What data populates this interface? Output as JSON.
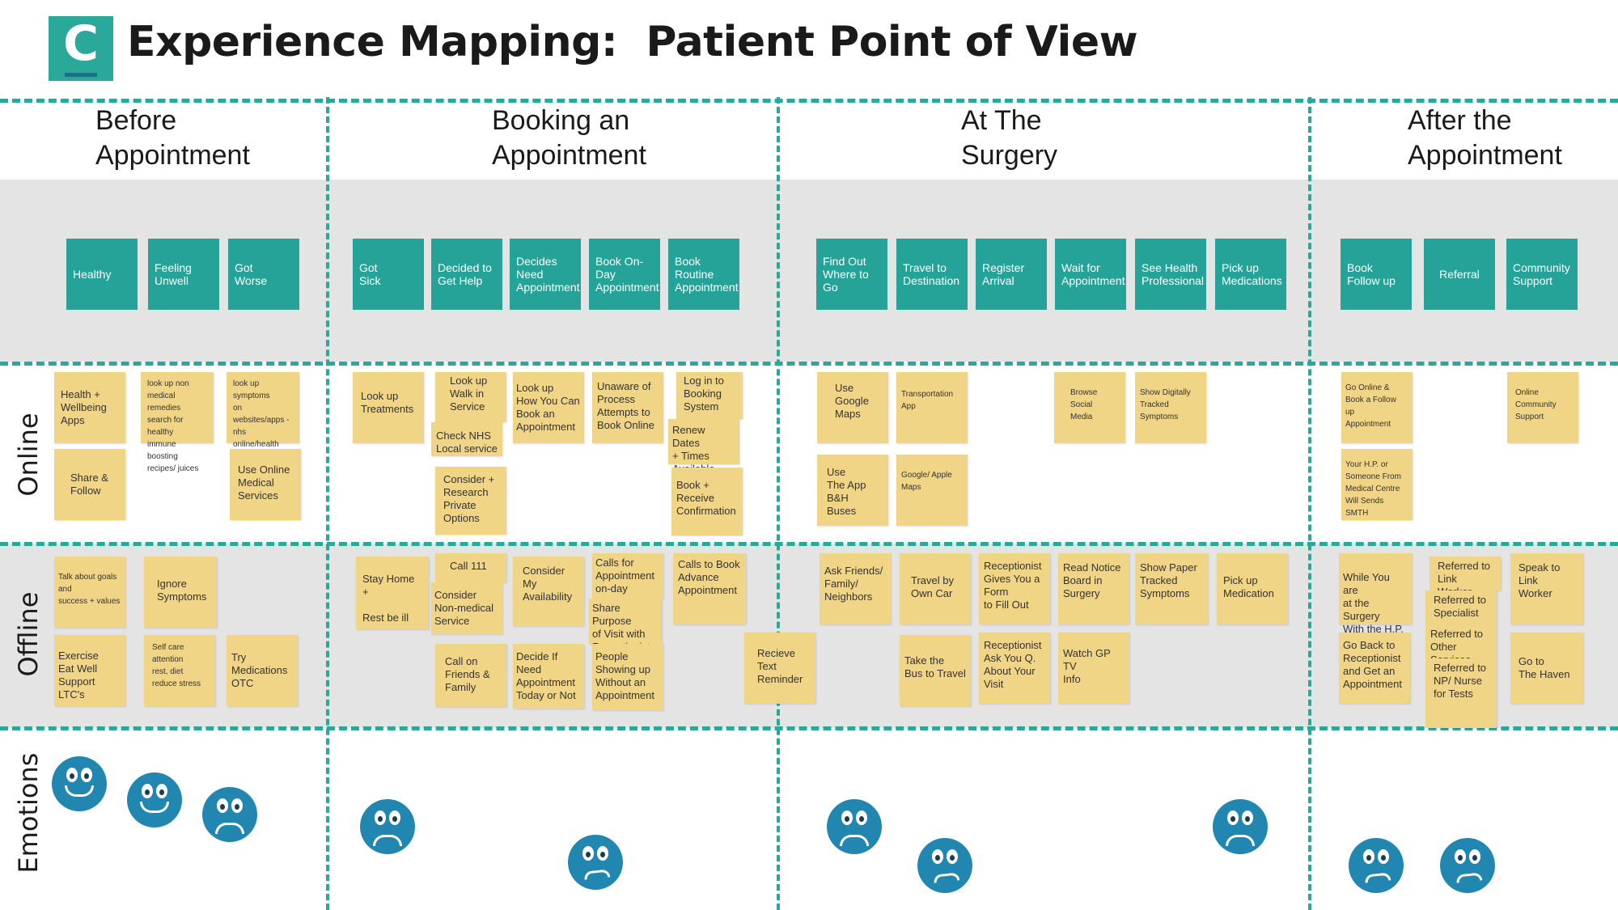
{
  "title": "Experience Mapping:  Patient Point of View",
  "logo_letter": "C",
  "colors": {
    "teal": "#26a398",
    "sticky": "#f1d586",
    "band": "#e3e4e3",
    "face": "#2187b0"
  },
  "lanes": [
    "Online",
    "Offline",
    "Emotions"
  ],
  "phases": [
    {
      "name": "Before Appointment",
      "lines": [
        "Before",
        "Appointment"
      ],
      "steps": [
        "Healthy",
        "Feeling\nUnwell",
        "Got\nWorse"
      ]
    },
    {
      "name": "Booking an Appointment",
      "lines": [
        "Booking an",
        "Appointment"
      ],
      "steps": [
        "Got\nSick",
        "Decided to\nGet Help",
        "Decides Need\nAppointment",
        "Book On-Day\nAppointment",
        "Book Routine\nAppointment"
      ]
    },
    {
      "name": "At The Surgery",
      "lines": [
        "At The",
        "Surgery"
      ],
      "steps": [
        "Find Out\nWhere to Go",
        "Travel to\nDestination",
        "Register\nArrival",
        "Wait for\nAppointment",
        "See Health\nProfessional",
        "Pick up\nMedications"
      ]
    },
    {
      "name": "After the Appointment",
      "lines": [
        "After the",
        "Appointment"
      ],
      "steps": [
        "Book\nFollow up",
        "Referral",
        "Community\nSupport"
      ]
    }
  ],
  "online_notes": [
    "Health +\nWellbeing\nApps",
    "look up non\nmedical remedies\nsearch for healthy\nimmune boosting\nrecipes/ juices",
    "look up symptoms\non websites/apps -\nnhs online/health\ntalk/ patient\ninfo forums",
    "Share &\nFollow",
    "Use Online\nMedical\nServices",
    "Look up\nTreatments",
    "Look up\nWalk in\nService",
    "Check NHS\nLocal service",
    "Consider +\nResearch\nPrivate\nOptions",
    "Look up\nHow You Can\nBook an\nAppointment",
    "Unaware of\nProcess\nAttempts to\nBook Online",
    "Log in to\nBooking\nSystem",
    "Renew Dates\n+ Times\nAvailable",
    "Book +\nReceive\nConfirmation",
    "Use\nGoogle\nMaps",
    "Transportation\nApp",
    "Browse\nSocial\nMedia",
    "Show Digitally\nTracked\nSymptoms",
    "Use\nThe App\nB&H Buses",
    "Google/ Apple\nMaps",
    "Go Online &\nBook a Follow\nup\nAppointment",
    "Online\nCommunity\nSupport",
    "Your H.P. or\nSomeone From\nMedical Centre\nWill Sends SMTH"
  ],
  "offline_notes": [
    "Talk about goals\nand\nsuccess + values",
    "Ignore\nSymptoms",
    "Exercise\nEat Well\nSupport LTC's",
    "Self care\nattention\nrest, diet\nreduce stress",
    "Try\nMedications\nOTC",
    "Stay Home +\n\nRest be ill",
    "Call 111",
    "Consider\nNon-medical\nService",
    "Call on\nFriends &\nFamily",
    "Consider\nMy\nAvailability",
    "Decide If\nNeed\nAppointment\nToday or Not",
    "Calls for\nAppointment\non-day",
    "Share Purpose\nof Visit with\nReceptionist",
    "People\nShowing up\nWithout an\nAppointment",
    "Calls to Book\nAdvance\nAppointment",
    "Recieve\nText\nReminder",
    "Ask Friends/\nFamily/\nNeighbors",
    "Travel by\nOwn Car",
    "Take the\nBus to Travel",
    "Receptionist\nGives You a\nForm\nto Fill Out",
    "Receptionist\nAsk You Q.\nAbout Your\nVisit",
    "Read Notice\nBoard in\nSurgery",
    "Watch GP TV\nInfo",
    "Show Paper\nTracked\nSymptoms",
    "Pick up\nMedication",
    "While You are\nat the Surgery\nWith the H.P.",
    "Go Back to\nReceptionist\nand Get an\nAppointment",
    "Referred to\nLink Worker",
    "Referred to\nSpecialist",
    "Referred to\nOther Services",
    "Referred to\nNP/ Nurse\nfor Tests",
    "Speak to\nLink\nWorker",
    "Go to\nThe Haven"
  ],
  "emotions": [
    "happy",
    "happy",
    "sad",
    "sad",
    "worried",
    "sad",
    "worried",
    "sad",
    "worried",
    "worried"
  ]
}
